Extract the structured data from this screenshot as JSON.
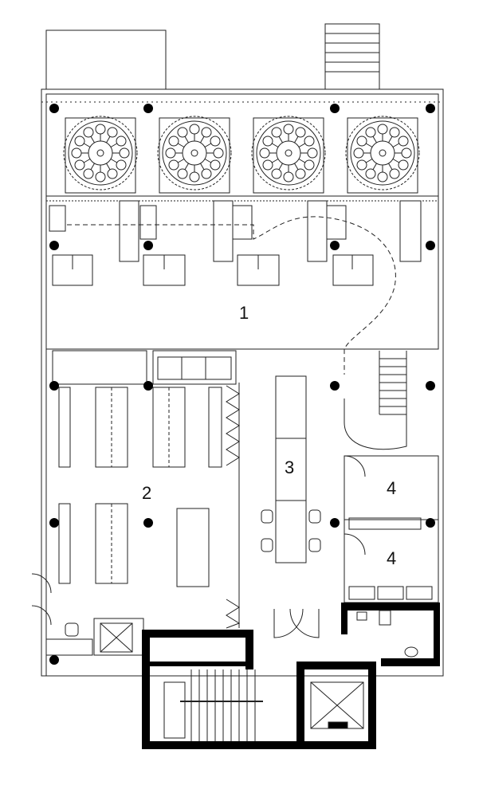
{
  "plan": {
    "rooms": [
      {
        "id": "1",
        "label": "1"
      },
      {
        "id": "2",
        "label": "2"
      },
      {
        "id": "3",
        "label": "3"
      },
      {
        "id": "4a",
        "label": "4"
      },
      {
        "id": "4b",
        "label": "4"
      }
    ],
    "colors": {
      "line": "#222222",
      "wall": "#000000",
      "background": "#ffffff"
    },
    "icons": [
      "column-icon",
      "machine-rotary-icon",
      "staircase-icon",
      "elevator-icon",
      "toilet-icon",
      "door-swing-icon"
    ]
  }
}
